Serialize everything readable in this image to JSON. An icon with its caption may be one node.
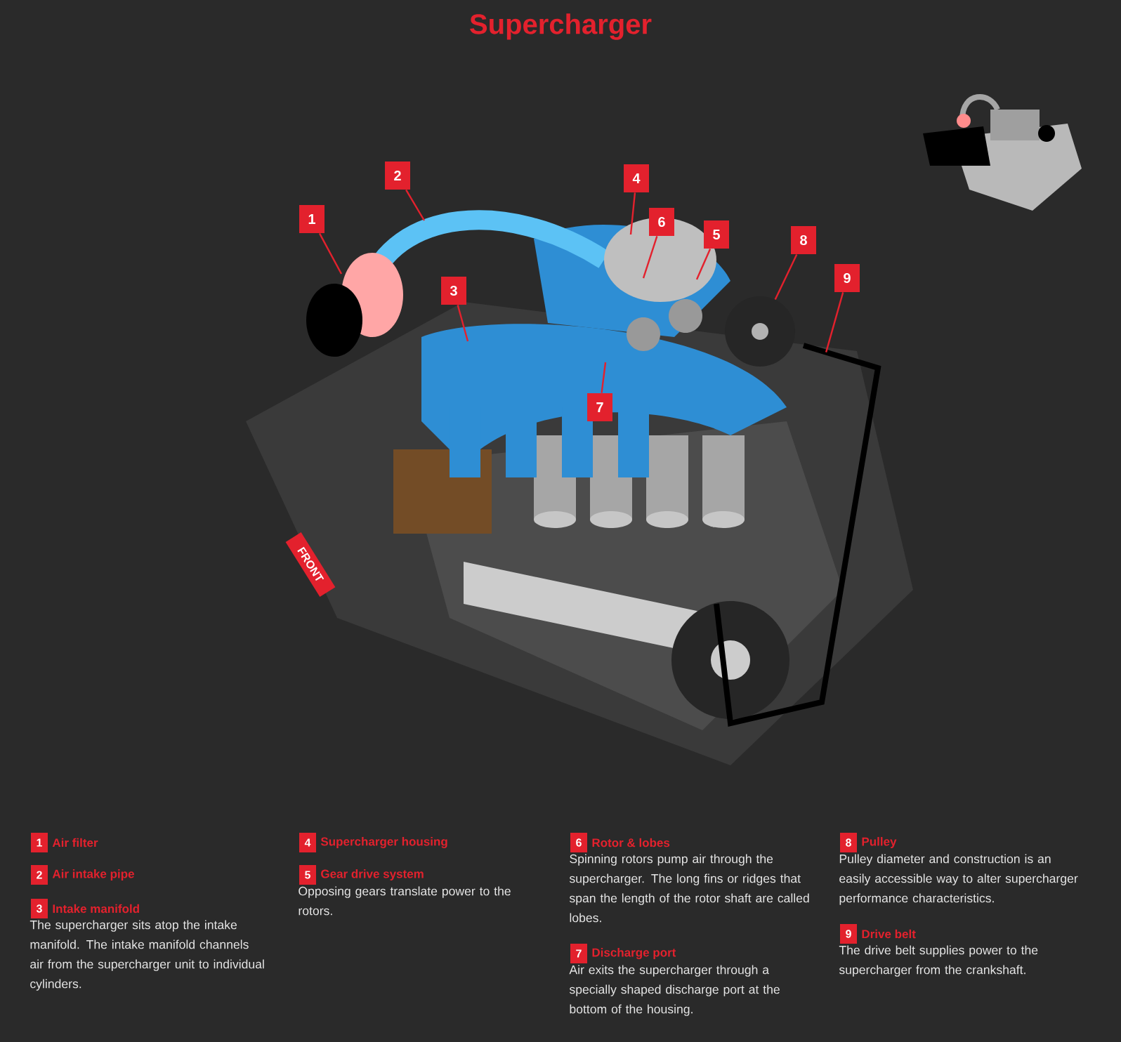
{
  "diagram": {
    "title": "Supercharger",
    "nodes": [
      {
        "text": [
          "1"
        ]
      },
      {
        "text": [
          "2"
        ]
      },
      {
        "text": [
          "3"
        ]
      },
      {
        "text": [
          "4"
        ]
      },
      {
        "text": [
          "5"
        ]
      },
      {
        "text": [
          "6"
        ]
      },
      {
        "text": [
          "7"
        ]
      },
      {
        "text": [
          "8"
        ]
      },
      {
        "text": [
          "9"
        ]
      },
      {
        "text": [],
        "shape": "picture"
      },
      {
        "text": [],
        "shape": "picture"
      }
    ],
    "edges": [
      {
        "from": 0,
        "to": null,
        "arrow": "none"
      },
      {
        "from": 1,
        "to": null,
        "arrow": "none"
      },
      {
        "from": 2,
        "to": null,
        "arrow": "none"
      },
      {
        "from": 3,
        "to": null,
        "arrow": "none"
      },
      {
        "from": 4,
        "to": null,
        "arrow": "none"
      },
      {
        "from": 5,
        "to": null,
        "arrow": "none"
      },
      {
        "from": 6,
        "to": null,
        "arrow": "none"
      },
      {
        "from": 7,
        "to": 9,
        "arrow": "none"
      },
      {
        "from": 8,
        "to": 10,
        "arrow": "none"
      }
    ],
    "labels": [
      "FRONT",
      "1",
      "Air filter",
      "2",
      "Air intake pipe",
      "3",
      "Intake manifold",
      "The supercharger sits atop the intake manifold. The intake manifold channels air from the supercharger unit to individual cylinders.",
      "4",
      "Supercharger housing",
      "5",
      "Gear drive system",
      "Opposing gears translate power to the rotors.",
      "6",
      "Rotor & lobes",
      "Spinning rotors pump air through the supercharger. The long fins or ridges that span the length of the rotor shaft are called lobes.",
      "7",
      "Discharge port",
      "Air exits the supercharger through a specially shaped discharge port at the bottom of the housing.",
      "8",
      "Pulley",
      "Pulley diameter and construction is an easily accessible way to alter supercharger performance characteristics.",
      "9",
      "Drive belt",
      "The drive belt supplies power to the supercharger from the crankshaft."
    ]
  }
}
